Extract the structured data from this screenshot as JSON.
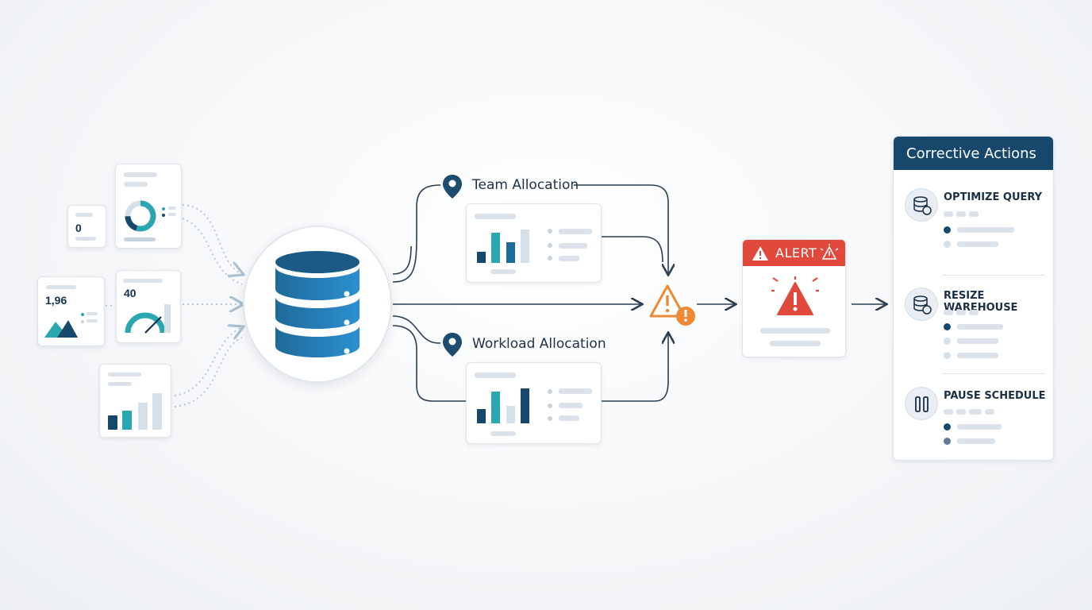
{
  "sources": {
    "kpi_a_value": "0",
    "kpi_b_value": "1,96",
    "kpi_c_value": "40"
  },
  "branches": {
    "team_label": "Team Allocation",
    "workload_label": "Workload Allocation"
  },
  "alert": {
    "header_label": "ALERT"
  },
  "corrective": {
    "title": "Corrective Actions",
    "actions": [
      {
        "label": "OPTIMIZE QUERY"
      },
      {
        "label": "RESIZE WAREHOUSE"
      },
      {
        "label": "PAUSE SCHEDULE"
      }
    ]
  },
  "colors": {
    "navy": "#17476b",
    "teal": "#2aa7b1",
    "alert_red": "#e0493b",
    "warning_orange": "#ee8a36",
    "line": "#2b3f52"
  }
}
